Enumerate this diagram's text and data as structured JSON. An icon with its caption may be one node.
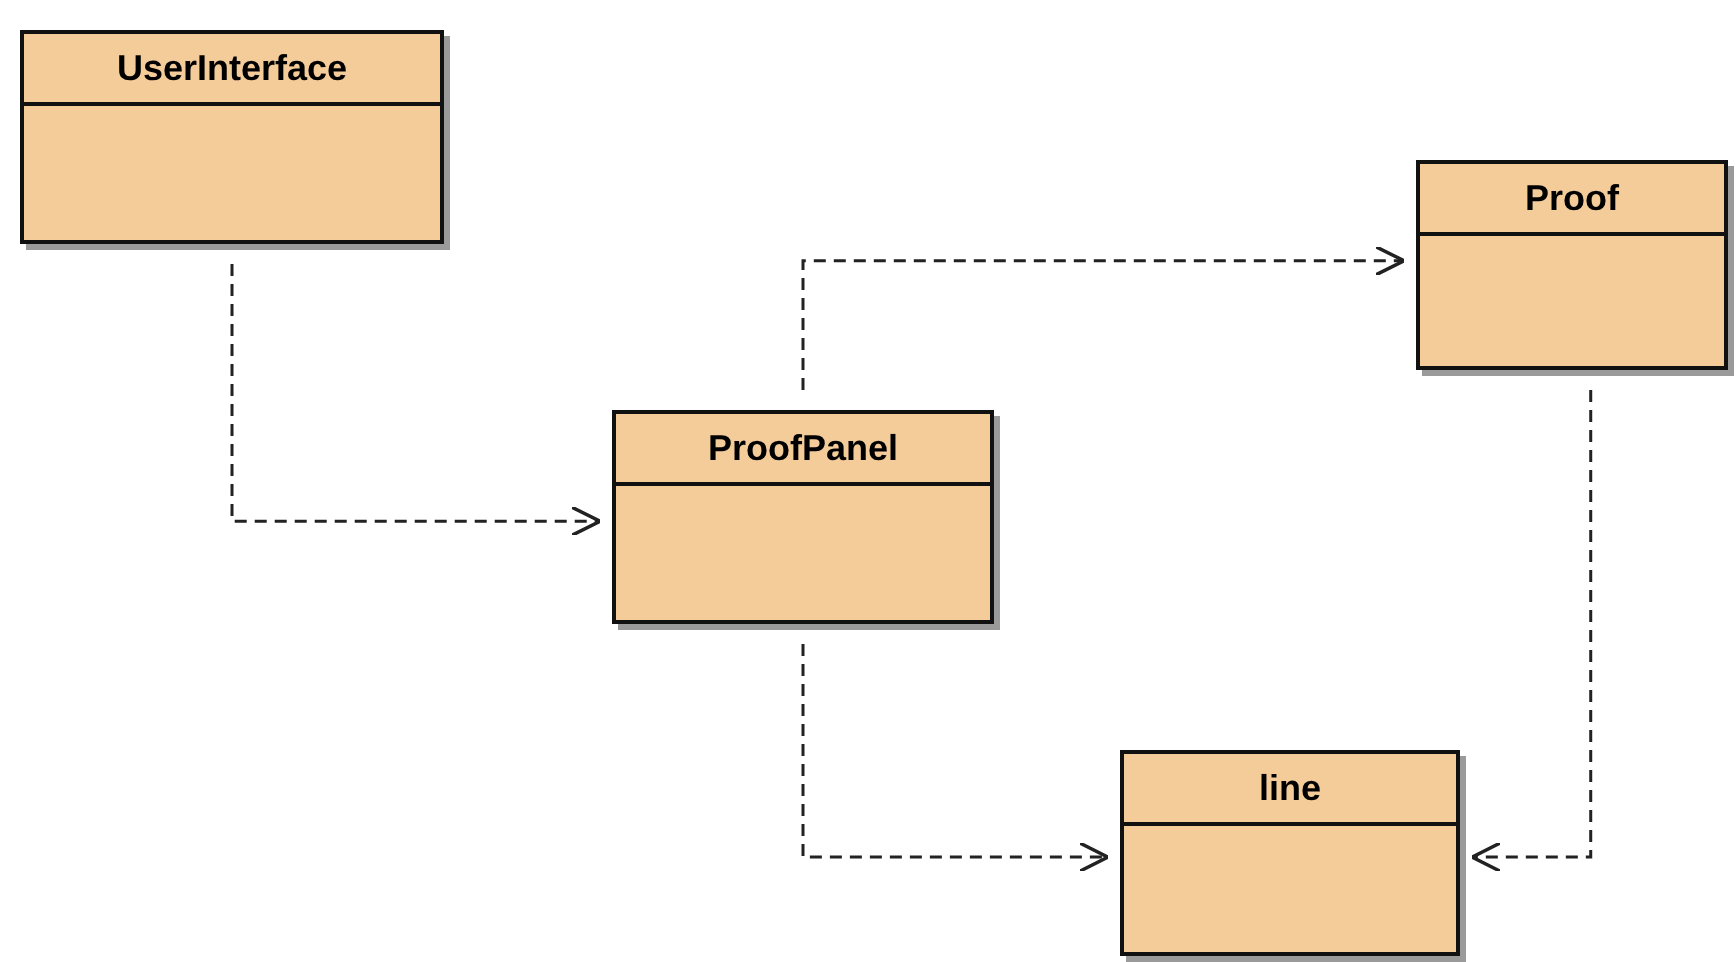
{
  "diagram": {
    "nodes": [
      {
        "text": [
          "UserInterface"
        ]
      },
      {
        "text": [
          "ProofPanel"
        ]
      },
      {
        "text": [
          "Proof"
        ]
      },
      {
        "text": [
          "line"
        ]
      }
    ],
    "edges": [
      {
        "from": 0,
        "to": 1,
        "arrow": "to",
        "style": "dashed"
      },
      {
        "from": 1,
        "to": 2,
        "arrow": "to",
        "style": "dashed"
      },
      {
        "from": 1,
        "to": 3,
        "arrow": "to",
        "style": "dashed"
      },
      {
        "from": 2,
        "to": 3,
        "arrow": "to",
        "style": "dashed"
      }
    ]
  }
}
